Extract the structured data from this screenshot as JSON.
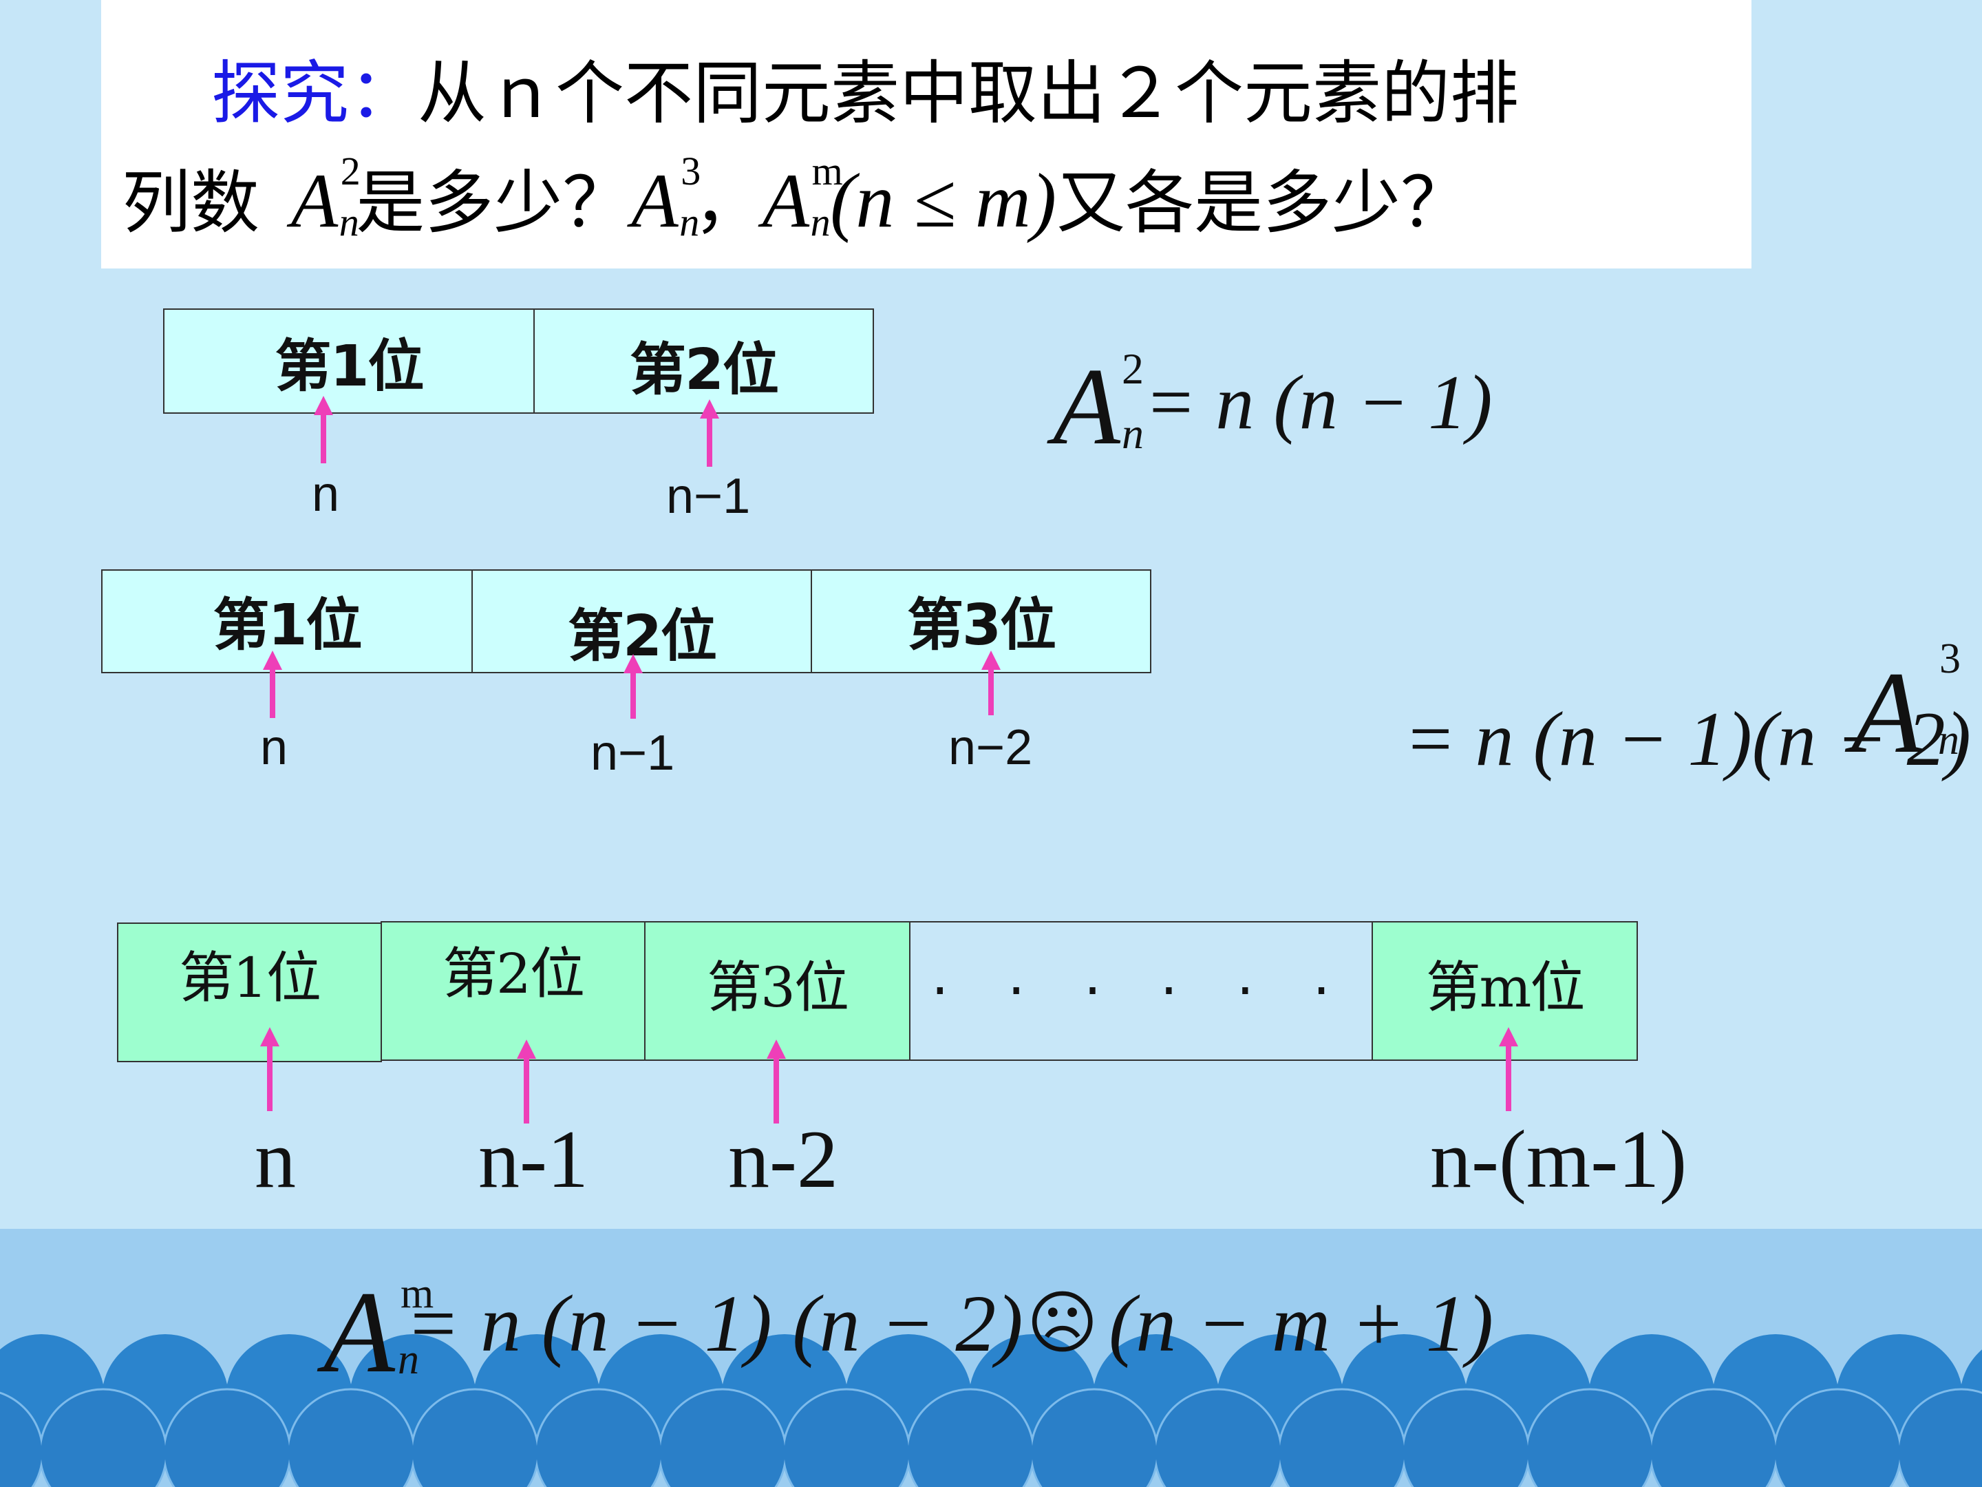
{
  "title": {
    "keyword": "探究：",
    "line1_rest": "从ｎ个不同元素中取出２个元素的排",
    "line2_prefix": "列数",
    "line2_mid1": "是多少？",
    "line2_comma": "，",
    "line2_cond": "(n ≤ m)",
    "line2_end": "又各是多少？"
  },
  "symbol": {
    "A": "A",
    "n": "n",
    "two": "2",
    "three": "3",
    "m": "m"
  },
  "row1": {
    "cells": [
      "第1位",
      "第2位"
    ],
    "labels": [
      "n",
      "n−1"
    ],
    "formula_rhs": "= n (n − 1)"
  },
  "row2": {
    "cells": [
      "第1位",
      "第2位",
      "第3位"
    ],
    "labels": [
      "n",
      "n−1",
      "n−2"
    ],
    "formula_rhs": "= n (n − 1)(n − 2)"
  },
  "row3": {
    "cells": [
      "第1位",
      "第2位",
      "第3位",
      "· · · · · ·",
      "第m位"
    ],
    "labels": [
      "n",
      "n-1",
      "n-2",
      "n-(m-1)"
    ]
  },
  "final": {
    "rhs": "= n (n − 1) (n − 2)",
    "glyph": "☹",
    "tail": "(n − m + 1)"
  },
  "colors": {
    "background": "#c6e6f8",
    "keyword": "#1a1ae6",
    "arrow": "#ee3fb8",
    "cell_cyan": "#ccfffe",
    "cell_green": "#9dfecf",
    "wave": "#2b84cd"
  }
}
